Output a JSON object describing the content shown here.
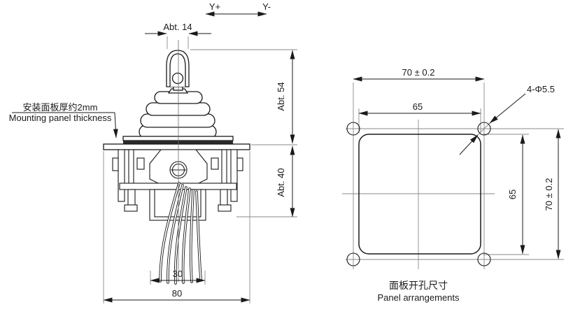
{
  "side_view": {
    "y_plus": "Y+",
    "y_minus": "Y-",
    "handle_width": "Abt. 14",
    "height_above": "Abt. 54",
    "height_below": "Abt. 40",
    "wire_width": "30",
    "base_width": "80",
    "note_zh": "安装面板厚约2mm",
    "note_en": "Mounting panel thickness"
  },
  "panel_view": {
    "outer_width": "70 ± 0.2",
    "cutout_width": "65",
    "cutout_height": "65",
    "outer_height": "70 ± 0.2",
    "hole_callout": "4-Φ5.5",
    "caption_zh": "面板开孔尺寸",
    "caption_en": "Panel arrangements"
  },
  "colors": {
    "line": "#1a1a1a",
    "construction": "#8a8a8a",
    "background": "#ffffff"
  }
}
